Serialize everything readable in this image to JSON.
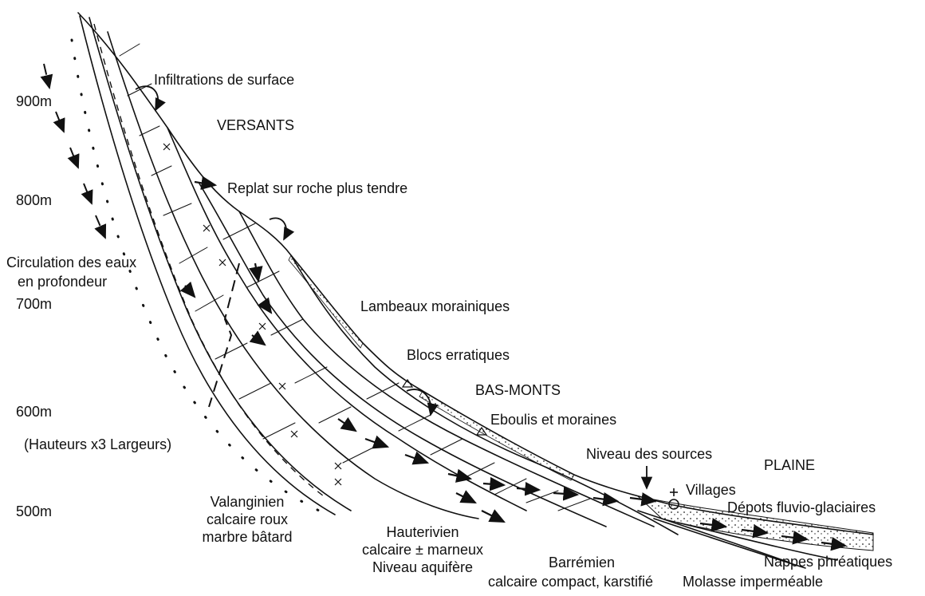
{
  "elevations": [
    "900m",
    "800m",
    "700m",
    "600m",
    "500m"
  ],
  "scale_note": "(Hauteurs x3 Largeurs)",
  "zones": {
    "upper": "VERSANTS",
    "middle": "BAS-MONTS",
    "lower": "PLAINE"
  },
  "annotations": {
    "surface_infiltration": "Infiltrations de surface",
    "ledge": "Replat sur roche plus tendre",
    "deep_flow_1": "Circulation des eaux",
    "deep_flow_2": "en profondeur",
    "moraine_patches": "Lambeaux morainiques",
    "erratic_blocks": "Blocs erratiques",
    "scree": "Eboulis et moraines",
    "spring_level": "Niveau des sources",
    "villages": "Villages",
    "fluvio_glacial": "Dépots fluvio-glaciaires",
    "groundwater": "Nappes phréatiques"
  },
  "formations": {
    "valanginien": [
      "Valanginien",
      "calcaire roux",
      "marbre bâtard"
    ],
    "hauterivien": [
      "Hauterivien",
      "calcaire ± marneux",
      "Niveau aquifère"
    ],
    "barremien": [
      "Barrémien",
      "calcaire compact, karstifié"
    ],
    "molasse": "Molasse imperméable"
  }
}
